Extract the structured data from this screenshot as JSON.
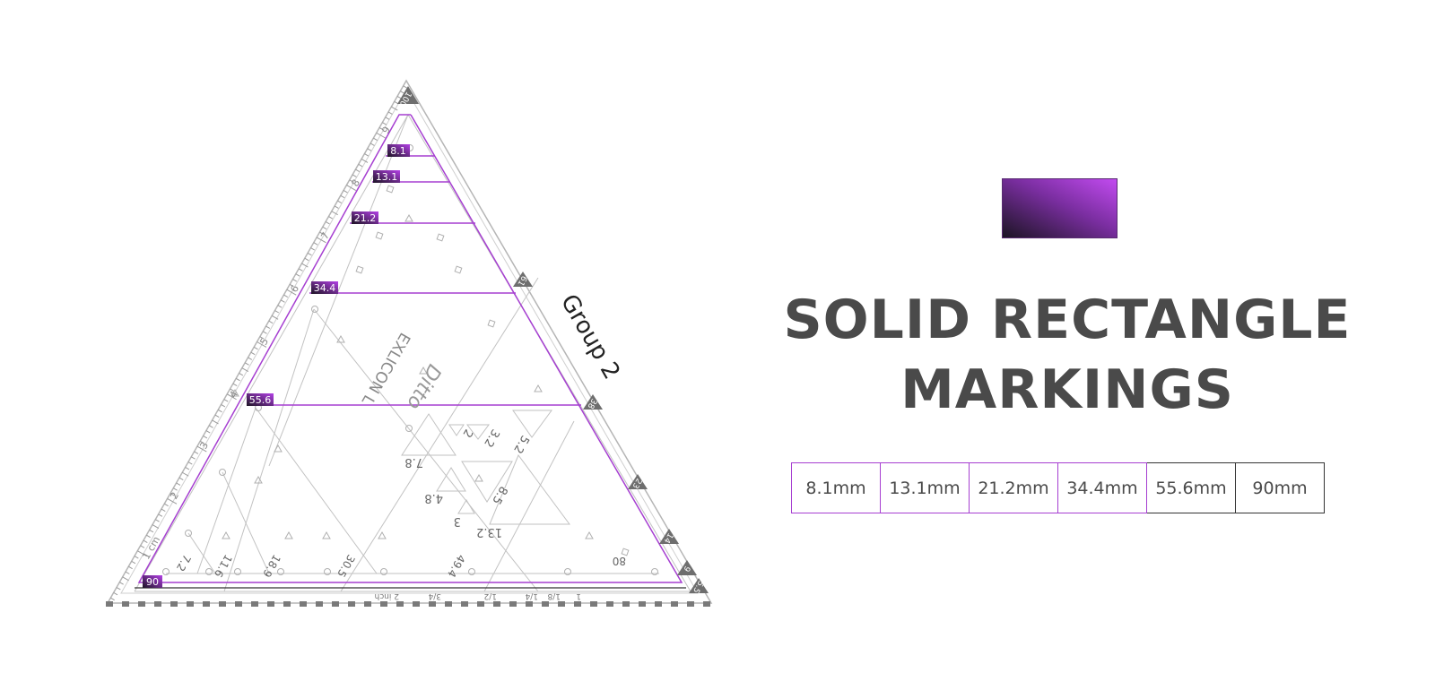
{
  "ruler": {
    "group_label": "Group 2",
    "brand_text": "EXLICON L",
    "markings": [
      "8.1",
      "13.1",
      "21.2",
      "34.4",
      "55.6",
      "90"
    ],
    "inch_marks": [
      "2 inch",
      "3/4",
      "1/2",
      "1/4",
      "1/8",
      "1"
    ],
    "cm_marks": [
      "1 cm",
      "2",
      "3",
      "4",
      "5",
      "6",
      "7",
      "8",
      "9"
    ],
    "triangle_sizes": [
      "7.8",
      "4.8",
      "3",
      "8.5",
      "13.2",
      "5.2",
      "3.2",
      "2"
    ],
    "bottom_sizes": [
      "7.2",
      "11.6",
      "18.9",
      "30.5",
      "49.4",
      "80"
    ],
    "corner_numbers": [
      "100",
      "61",
      "38",
      "23",
      "14",
      "9",
      "5.5"
    ],
    "colors": {
      "accent": "#a63fd1",
      "line": "#b5b5b5",
      "dark": "#222222"
    }
  },
  "swatch": {
    "gradient_start": "#1c1424",
    "gradient_end": "#c24bf0"
  },
  "title": {
    "line1": "SOLID RECTANGLE",
    "line2": "MARKINGS"
  },
  "sizes": [
    {
      "label": "8.1mm",
      "accent": true
    },
    {
      "label": "13.1mm",
      "accent": true
    },
    {
      "label": "21.2mm",
      "accent": true
    },
    {
      "label": "34.4mm",
      "accent": true
    },
    {
      "label": "55.6mm",
      "accent": false
    },
    {
      "label": "90mm",
      "accent": false
    }
  ]
}
